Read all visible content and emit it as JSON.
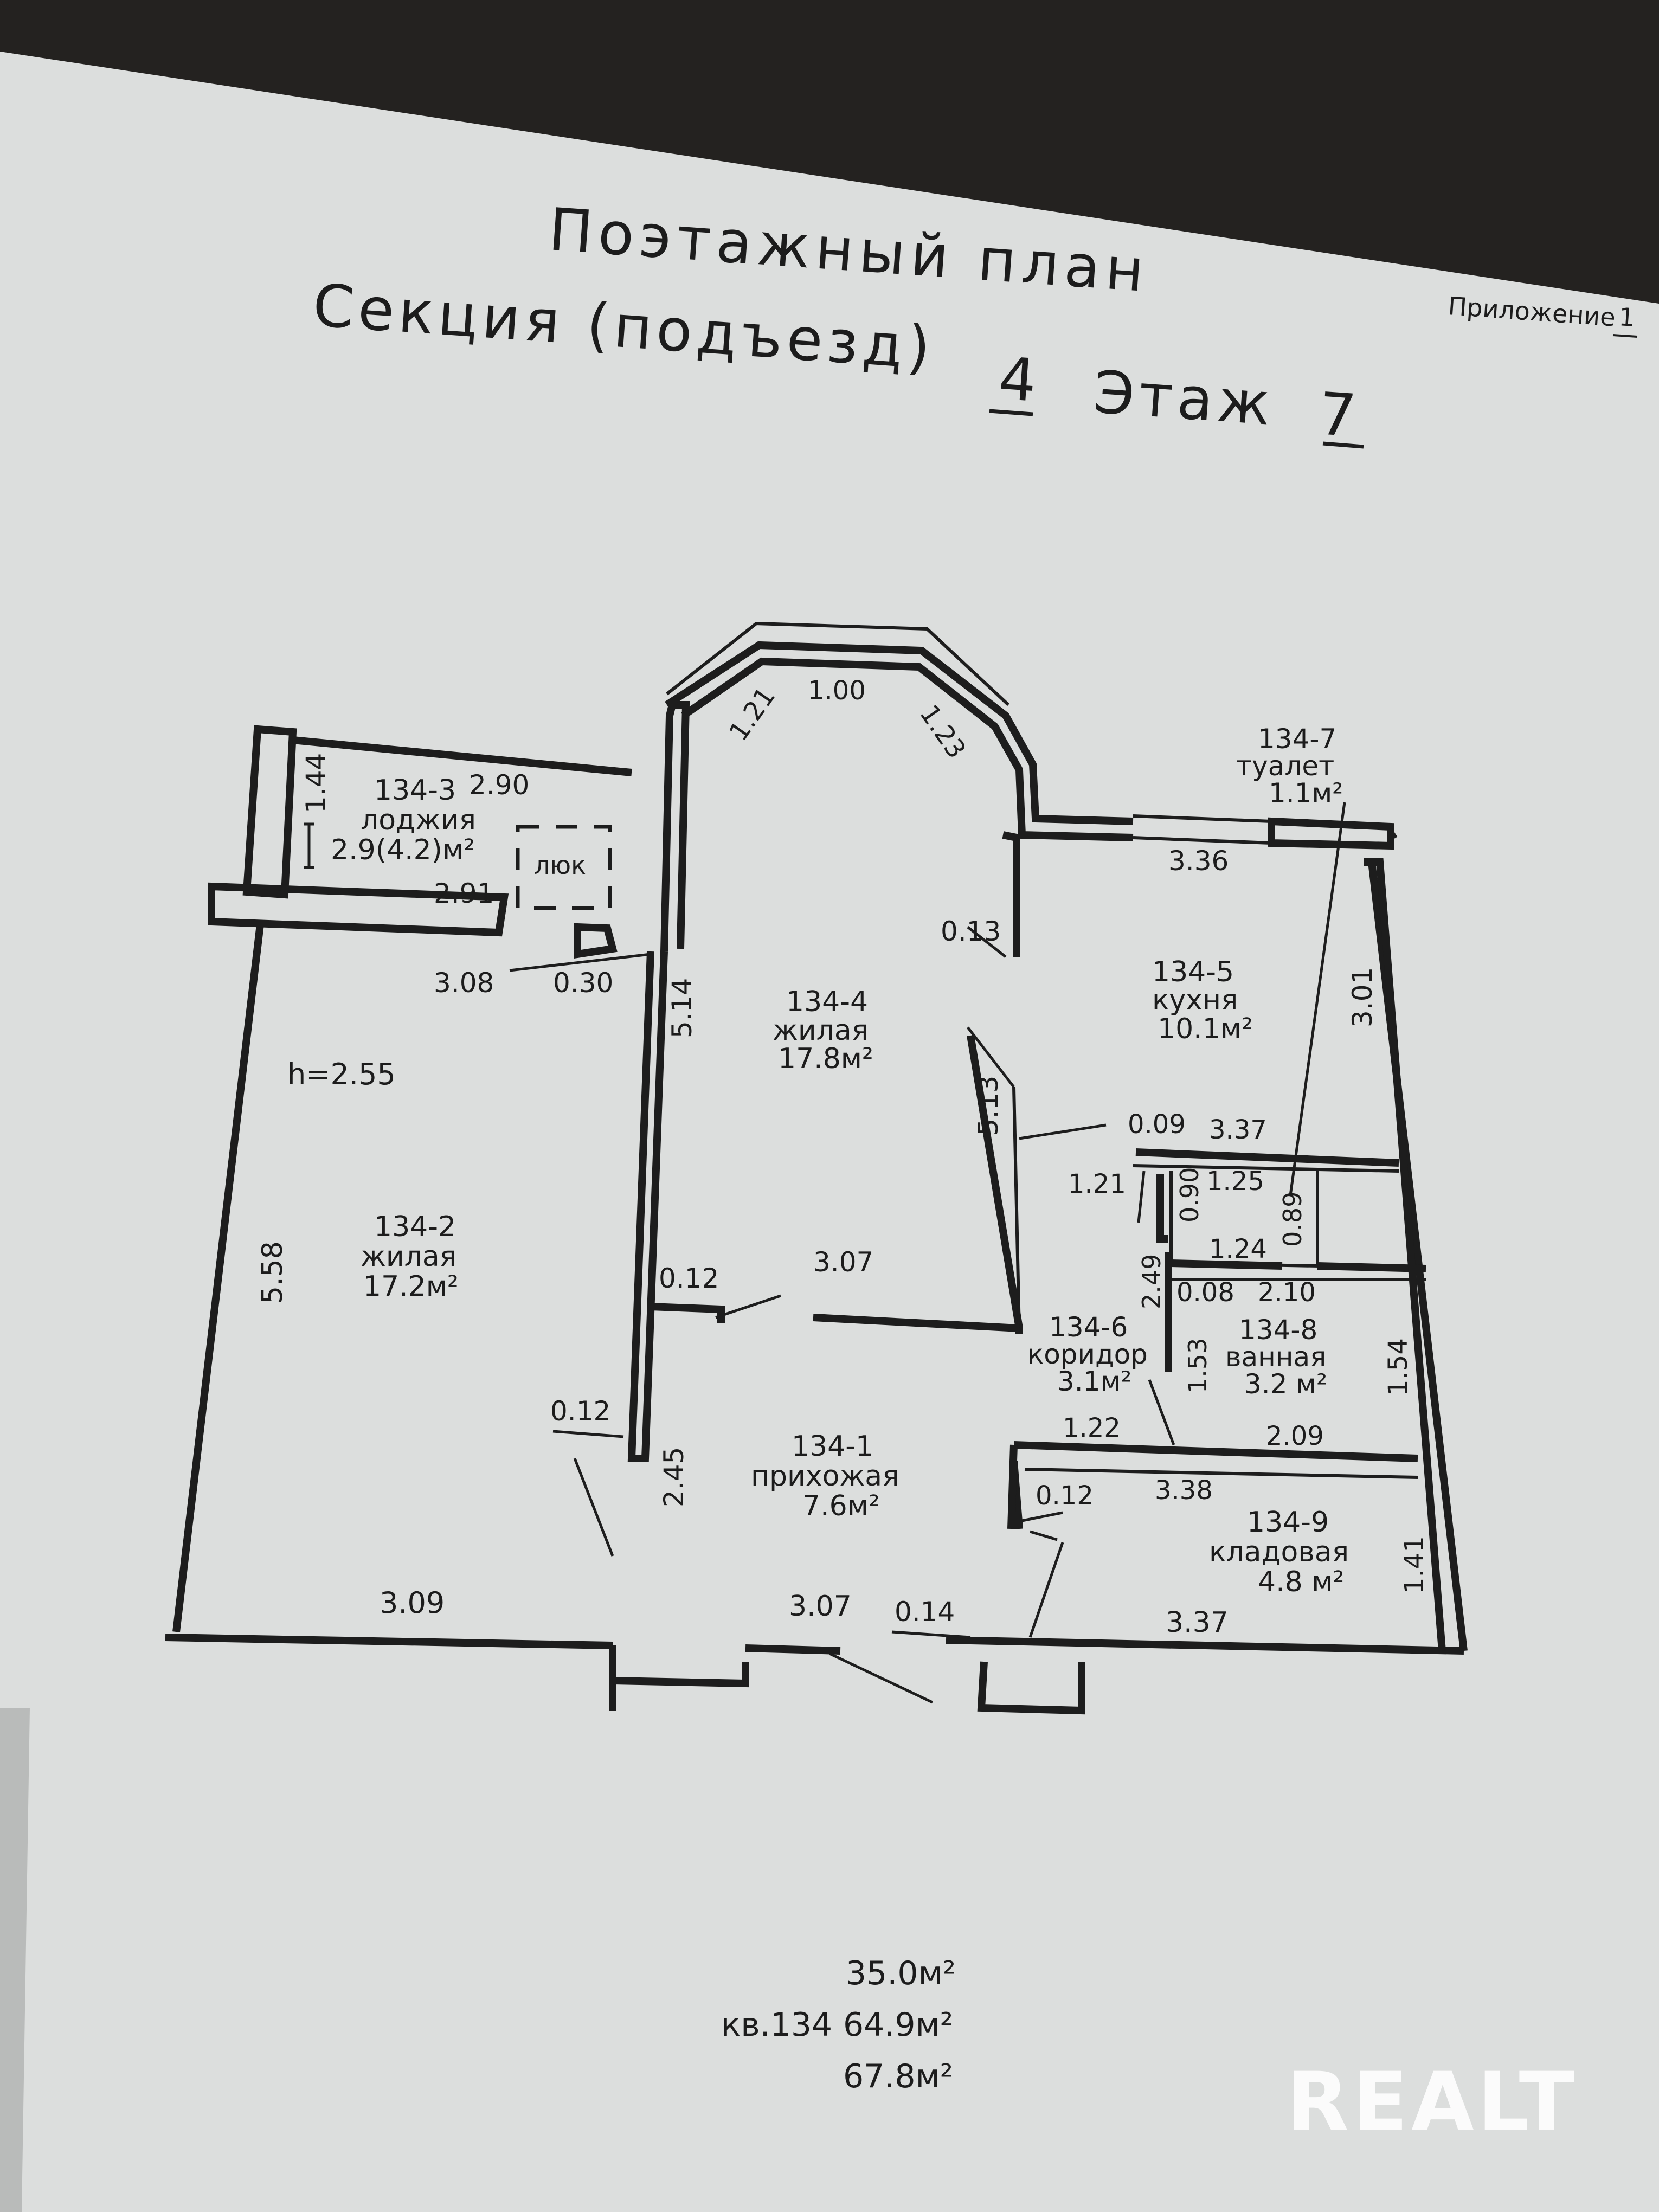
{
  "header": {
    "title": "Поэтажный план",
    "section_line": "Секция (подъезд)",
    "section_number": "4",
    "floor_label": "Этаж",
    "floor_number": "7",
    "appendix_label": "Приложение",
    "appendix_number": "1"
  },
  "rooms": {
    "r1": {
      "id": "134-1",
      "name": "прихожая",
      "area": "7.6м²"
    },
    "r2": {
      "id": "134-2",
      "name": "жилая",
      "area": "17.2м²"
    },
    "r3": {
      "id": "134-3",
      "name": "лоджия",
      "area": "2.9(4.2)м²"
    },
    "r4": {
      "id": "134-4",
      "name": "жилая",
      "area": "17.8м²"
    },
    "r5": {
      "id": "134-5",
      "name": "кухня",
      "area": "10.1м²"
    },
    "r6": {
      "id": "134-6",
      "name": "коридор",
      "area": "3.1м²"
    },
    "r7": {
      "id": "134-7",
      "name": "туалет",
      "area": "1.1м²"
    },
    "r8": {
      "id": "134-8",
      "name": "ванная",
      "area": "3.2 м²"
    },
    "r9": {
      "id": "134-9",
      "name": "кладовая",
      "area": "4.8 м²"
    }
  },
  "hatch_label": "люк",
  "ceiling_height": "h=2.55",
  "dimensions": {
    "d_1_44": "1.44",
    "d_2_90": "2.90",
    "d_2_91": "2.91",
    "d_3_08": "3.08",
    "d_0_30": "0.30",
    "d_1_21_bay": "1.21",
    "d_1_00": "1.00",
    "d_1_23": "1.23",
    "d_5_14": "5.14",
    "d_0_13": "0.13",
    "d_3_36": "3.36",
    "d_3_01": "3.01",
    "d_5_13": "5.13",
    "d_0_09": "0.09",
    "d_3_37_top": "3.37",
    "d_1_21_mid": "1.21",
    "d_1_25": "1.25",
    "d_0_90": "0.90",
    "d_0_89": "0.89",
    "d_2_49": "2.49",
    "d_1_24": "1.24",
    "d_0_08": "0.08",
    "d_2_10": "2.10",
    "d_1_53": "1.53",
    "d_1_54": "1.54",
    "d_5_58": "5.58",
    "d_0_12_a": "0.12",
    "d_3_07_mid": "3.07",
    "d_0_12_b": "0.12",
    "d_2_45": "2.45",
    "d_1_22": "1.22",
    "d_2_09": "2.09",
    "d_0_12_c": "0.12",
    "d_3_38": "3.38",
    "d_1_41": "1.41",
    "d_3_09": "3.09",
    "d_3_07_bot": "3.07",
    "d_0_14": "0.14",
    "d_3_37_bot": "3.37"
  },
  "totals": {
    "living": "35.0м²",
    "flat_label": "кв.134",
    "total": "64.9м²",
    "total_with_loggia": "67.8м²"
  },
  "watermark": "REALT"
}
